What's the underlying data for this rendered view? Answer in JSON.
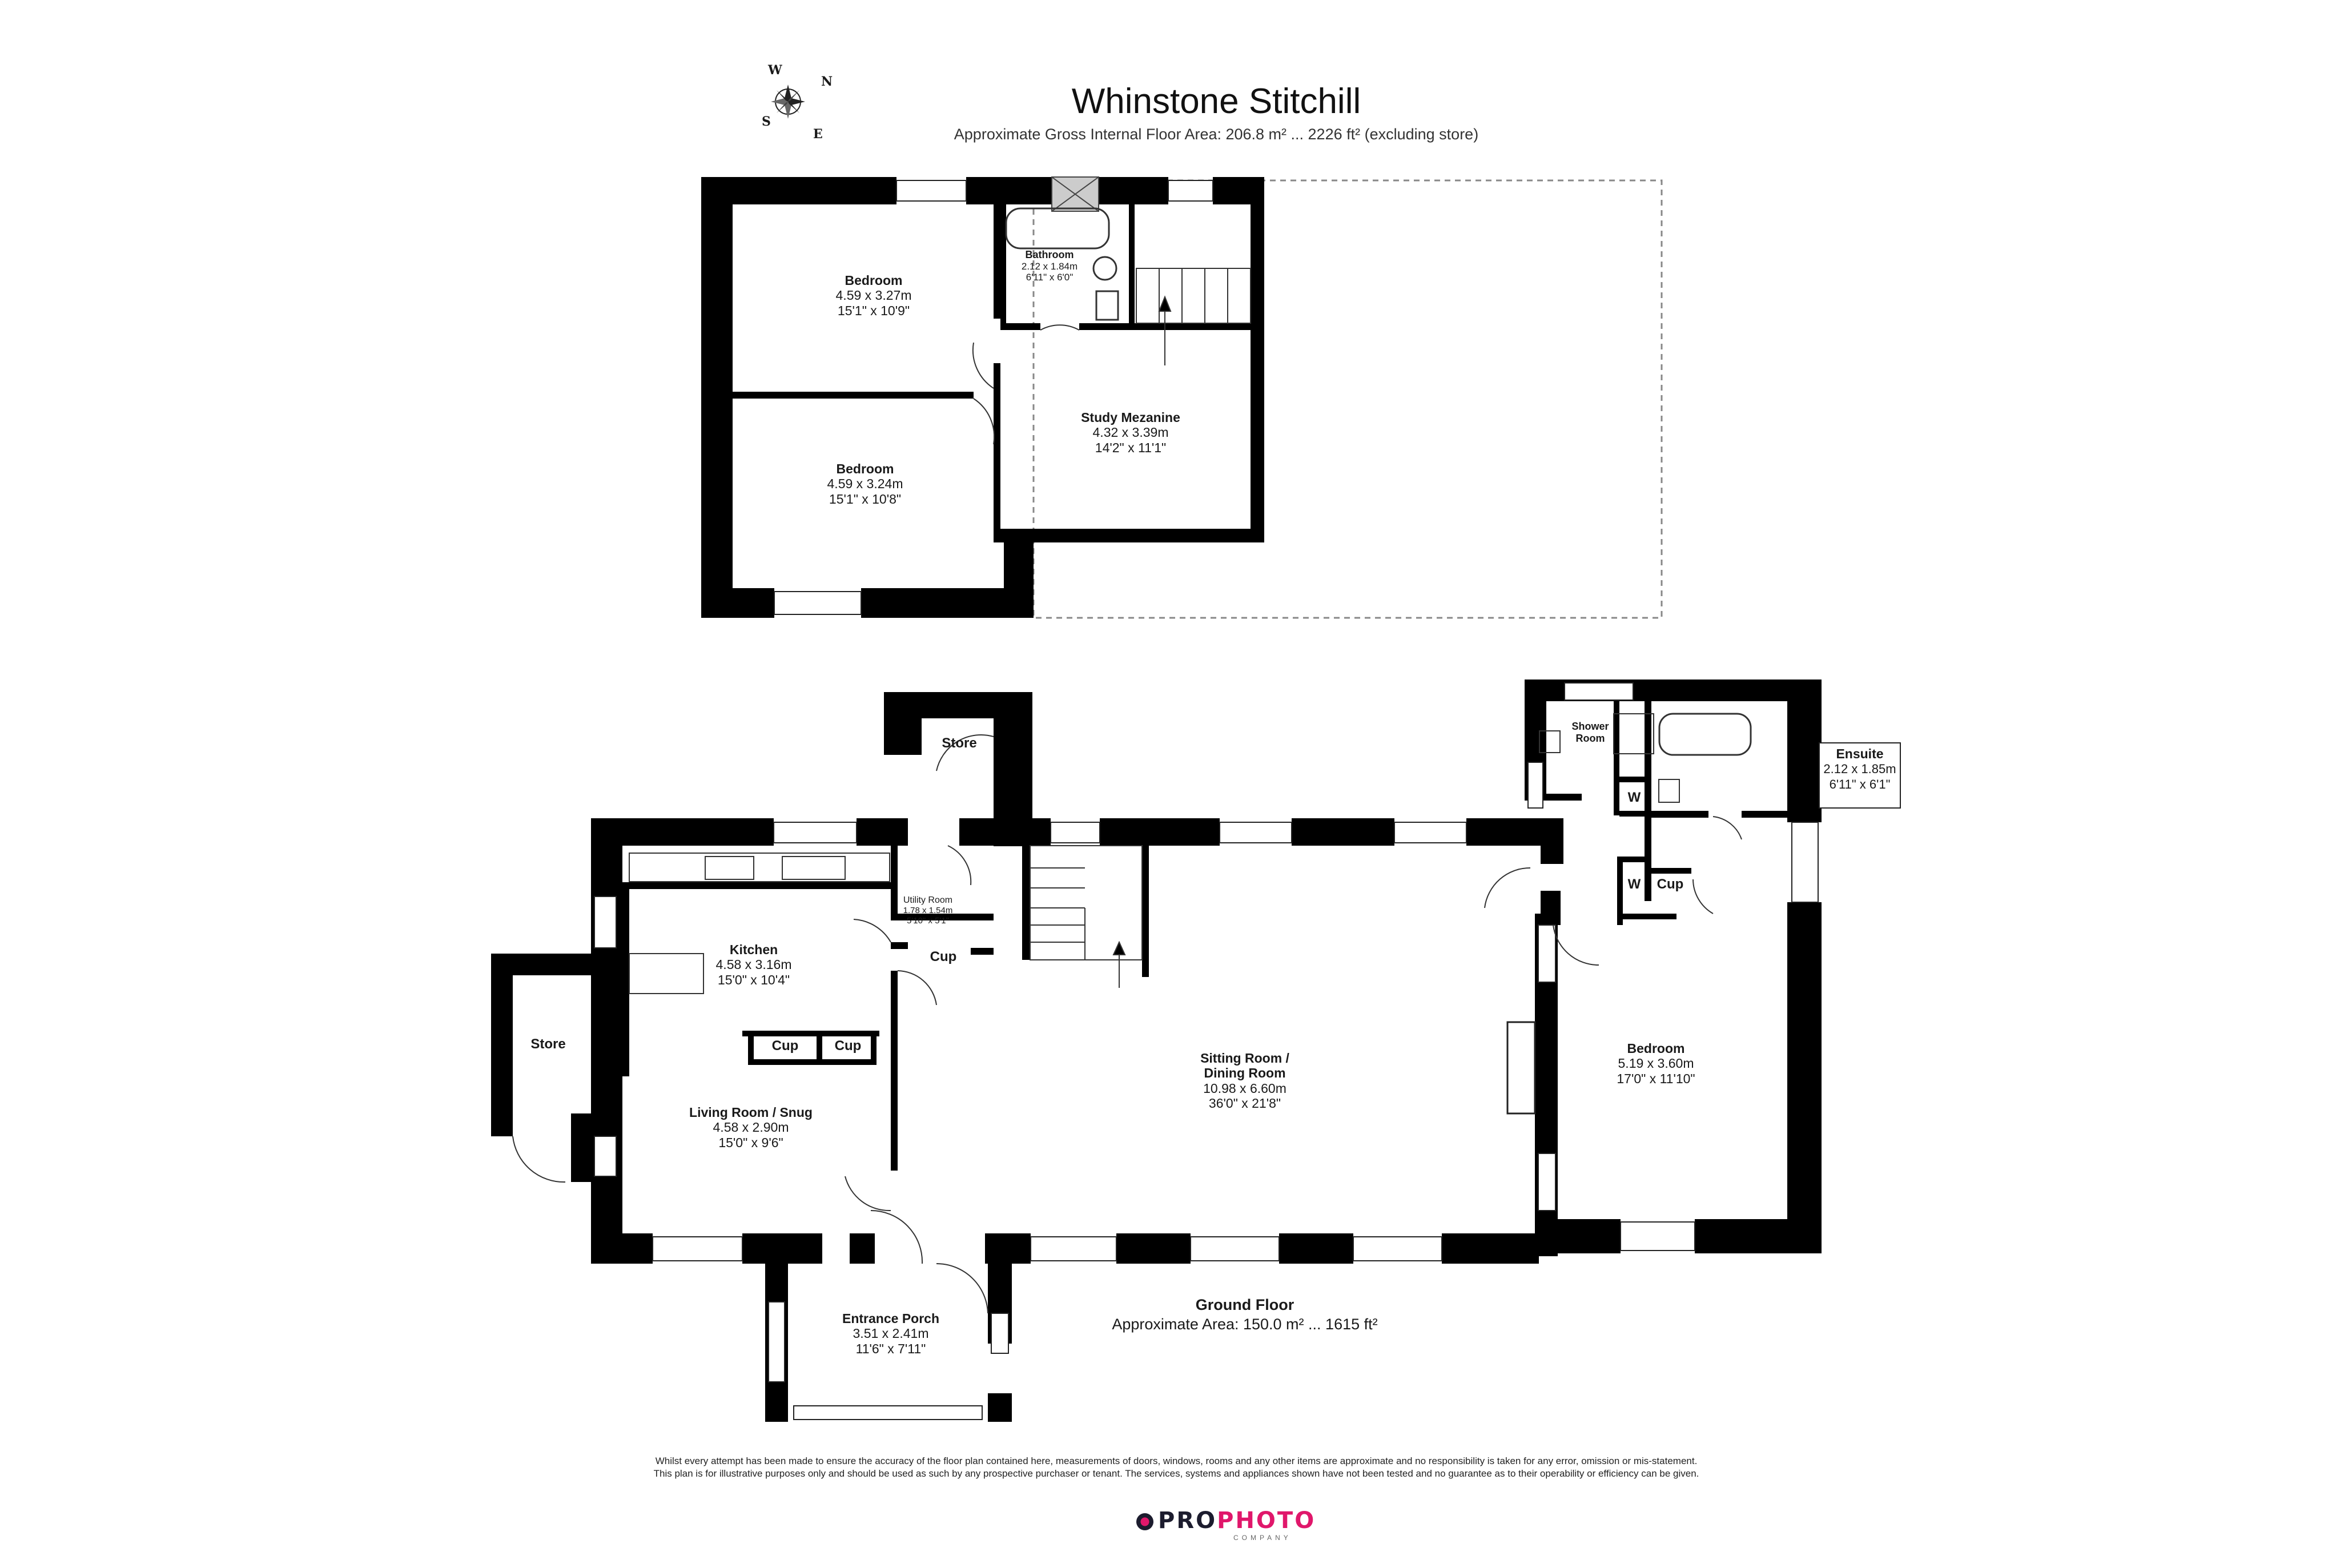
{
  "header": {
    "title": "Whinstone Stitchill",
    "subtitle": "Approximate Gross Internal Floor Area: 206.8 m² ... 2226 ft² (excluding store)"
  },
  "compass": {
    "n": "N",
    "s": "S",
    "e": "E",
    "w": "W"
  },
  "first_floor": {
    "rooms": [
      {
        "name": "Bedroom",
        "metric": "4.59 x 3.27m",
        "imperial": "15'1\" x 10'9\""
      },
      {
        "name": "Bedroom",
        "metric": "4.59 x 3.24m",
        "imperial": "15'1\" x 10'8\""
      },
      {
        "name": "Bathroom",
        "metric": "2.12 x 1.84m",
        "imperial": "6'11\" x 6'0\""
      },
      {
        "name": "Study Mezanine",
        "metric": "4.32 x 3.39m",
        "imperial": "14'2\" x 11'1\""
      }
    ]
  },
  "ground_floor": {
    "title": "Ground Floor",
    "area": "Approximate Area: 150.0 m² ... 1615 ft²",
    "rooms": [
      {
        "name": "Kitchen",
        "metric": "4.58 x 3.16m",
        "imperial": "15'0\" x 10'4\""
      },
      {
        "name": "Living Room / Snug",
        "metric": "4.58 x 2.90m",
        "imperial": "15'0\" x 9'6\""
      },
      {
        "name": "Utility Room",
        "metric": "1.78 x 1.54m",
        "imperial": "5'10\" x 5'1\""
      },
      {
        "name": "Sitting Room /",
        "name2": "Dining Room",
        "metric": "10.98 x 6.60m",
        "imperial": "36'0\" x 21'8\""
      },
      {
        "name": "Entrance Porch",
        "metric": "3.51 x 2.41m",
        "imperial": "11'6\" x 7'11\""
      },
      {
        "name": "Bedroom",
        "metric": "5.19 x 3.60m",
        "imperial": "17'0\" x 11'10\""
      },
      {
        "name": "Shower",
        "name2": "Room"
      }
    ],
    "ensuite": {
      "name": "Ensuite",
      "metric": "2.12 x 1.85m",
      "imperial": "6'11\" x 6'1\""
    },
    "stores": [
      "Store",
      "Store"
    ],
    "cupboards": [
      "Cup",
      "Cup",
      "Cup",
      "Cup"
    ],
    "wardrobes": [
      "W",
      "W"
    ]
  },
  "footer": {
    "disclaimer_line1": "Whilst every attempt has been made to ensure the accuracy of the floor plan contained here, measurements of doors, windows, rooms and any other items are approximate and no responsibility is taken for any error, omission or mis-statement.",
    "disclaimer_line2": "This plan is for illustrative purposes only and should be used as such by any prospective purchaser or tenant. The services, systems and appliances shown have not been tested and no guarantee as to their operability or efficiency can be given.",
    "logo_pro": "PRO",
    "logo_photo": "PHOTO",
    "logo_sub": "COMPANY"
  },
  "colors": {
    "wall": "#000000",
    "window": "#ffffff",
    "logo_accent": "#e0176b",
    "logo_dark": "#1c1c2e"
  }
}
